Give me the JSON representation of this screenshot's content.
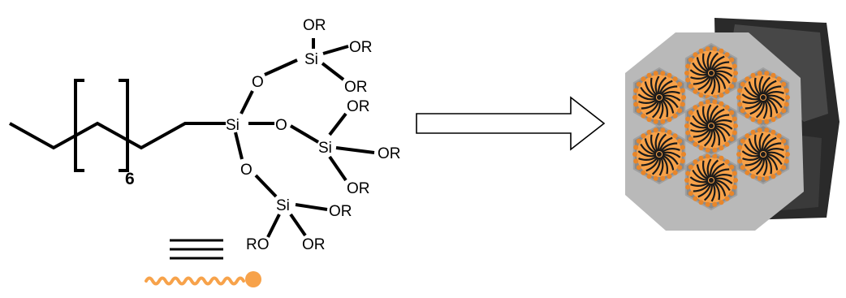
{
  "molecule": {
    "repeat_count": "6",
    "atoms": {
      "si_center": "Si",
      "si_top": "Si",
      "si_mid": "Si",
      "si_bottom": "Si",
      "o1": "O",
      "o2": "O",
      "o3": "O",
      "or_top_1": "OR",
      "or_top_2": "OR",
      "or_top_3": "OR",
      "or_mid_1": "OR",
      "or_mid_2": "OR",
      "or_mid_3": "OR",
      "or_bot_1": "OR",
      "or_bot_2": "OR",
      "ro_bot": "RO"
    }
  },
  "colors": {
    "orange": "#f7a24a",
    "orange_dark": "#e8862a",
    "hex_frame": "#8a8a8a",
    "cylinder": "#2a2a2a",
    "black": "#000000"
  },
  "icons": {
    "equivalence": "triple-bar-icon",
    "surfactant": "surfactant-chain-icon",
    "arrow": "reaction-arrow-icon",
    "result": "hexagonal-mesostructure-illustration"
  }
}
